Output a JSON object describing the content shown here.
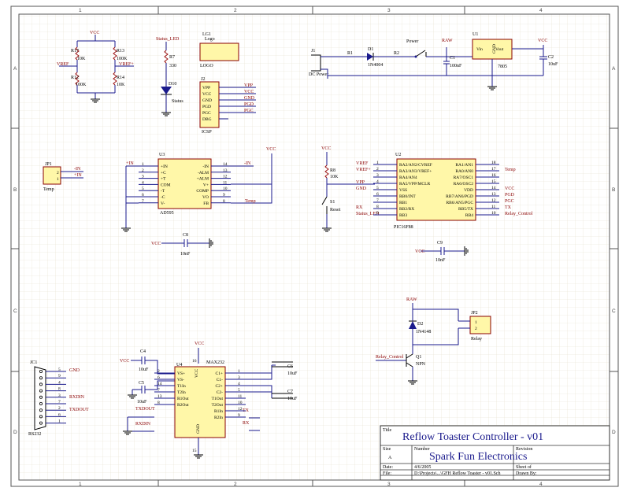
{
  "border": {
    "col_labels": [
      "1",
      "2",
      "3",
      "4"
    ],
    "row_labels": [
      "A",
      "B",
      "C",
      "D"
    ]
  },
  "title_block": {
    "title_label": "Title",
    "title": "Reflow Toaster Controller - v01",
    "size_label": "Size",
    "size_value": "A",
    "number_label": "Number",
    "number_value": "Spark Fun Electronics",
    "revision_label": "Revision",
    "date_label": "Date:",
    "date_value": "4/6/2005",
    "sheet_label": "Sheet   of",
    "file_label": "File:",
    "file_value": "D:\\Projects\\...\\GFH Reflow Toaster - v01.Sch",
    "drawn_label": "Drawn By:"
  },
  "components": {
    "r17": {
      "ref": "R17",
      "val": "10K"
    },
    "r13": {
      "ref": "R13",
      "val": "100K"
    },
    "r12": {
      "ref": "R12",
      "val": "100K"
    },
    "r14": {
      "ref": "R14",
      "val": "10K"
    },
    "r7": {
      "ref": "R7",
      "val": "330"
    },
    "d10": {
      "ref": "D10",
      "val": "Status"
    },
    "lg1": {
      "ref": "LG1",
      "val": "Logo",
      "sub": "LOGO"
    },
    "j1": {
      "ref": "J1",
      "val": "DC Power"
    },
    "r1": {
      "ref": "R1"
    },
    "d1": {
      "ref": "D1",
      "val": "1N4004"
    },
    "r2": {
      "ref": "R2"
    },
    "power_sw": {
      "val": "Power"
    },
    "c1": {
      "ref": "C1",
      "val": "100nF"
    },
    "u1": {
      "ref": "U1",
      "pin_vin": "Vin",
      "pin_gnd": "GND",
      "pin_vout": "Vout",
      "val": "7805"
    },
    "c2": {
      "ref": "C2",
      "val": "10uF"
    },
    "u3": {
      "ref": "U3",
      "val": "AD595",
      "pins_left": [
        "+IN",
        "+C",
        "+T",
        "COM",
        "-T",
        "-C",
        "V-"
      ],
      "nums_left": [
        "1",
        "2",
        "3",
        "4",
        "5",
        "6",
        "7"
      ],
      "pins_right": [
        "-IN",
        "-ALM",
        "+ALM",
        "V+",
        "COMP",
        "VO",
        "FB"
      ],
      "nums_right": [
        "14",
        "13",
        "12",
        "11",
        "10",
        "9",
        "8"
      ]
    },
    "jp1": {
      "ref": "JP1",
      "val": "Temp",
      "pins": [
        "2",
        "1"
      ]
    },
    "c8": {
      "ref": "C8",
      "val": "10nF"
    },
    "r8": {
      "ref": "R8",
      "val": "10K"
    },
    "s1": {
      "ref": "S1",
      "val": "Reset"
    },
    "u2": {
      "ref": "U2",
      "val": "PIC16F88",
      "pins_left": [
        "RA2/AN2/CVREF",
        "RA3/AN3/VREF+",
        "RA4/AN4",
        "RA5/VPP/MCLR",
        "VSS",
        "RB0/INT",
        "RB1",
        "RB2/RX",
        "RB3"
      ],
      "nums_left": [
        "1",
        "2",
        "3",
        "4",
        "5",
        "6",
        "7",
        "8",
        "9"
      ],
      "pins_right": [
        "RA1/AN1",
        "RA0/AN0",
        "RA7/OSC1",
        "RA6/OSC2",
        "VDD",
        "RB7/AN6/PGD",
        "RB6/AN5/PGC",
        "RB5/TX",
        "RB4"
      ],
      "nums_right": [
        "18",
        "17",
        "16",
        "15",
        "14",
        "13",
        "12",
        "11",
        "10"
      ]
    },
    "c9": {
      "ref": "C9",
      "val": "10nF"
    },
    "d2": {
      "ref": "D2",
      "val": "1N4148"
    },
    "jp2": {
      "ref": "JP2",
      "val": "Relay",
      "pins": [
        "1",
        "2"
      ]
    },
    "q1": {
      "ref": "Q1",
      "val": "NPN"
    },
    "jc1": {
      "ref": "JC1",
      "val": "RS232",
      "pins": [
        "5",
        "9",
        "4",
        "8",
        "3",
        "7",
        "2",
        "6",
        "1"
      ]
    },
    "u4": {
      "ref": "U4",
      "val": "MAX232",
      "pins_left": [
        "VS+",
        "VS-",
        "T1In",
        "T2In",
        "R1Out",
        "R2Out"
      ],
      "nums_left": [
        "2",
        "6",
        "14",
        "7",
        "13",
        "8"
      ],
      "pins_right": [
        "C1+",
        "C1-",
        "C2+",
        "C2-",
        "T1Out",
        "T2Out",
        "R1In",
        "R2In"
      ],
      "nums_right": [
        "1",
        "3",
        "4",
        "5",
        "11",
        "10",
        "12",
        "9"
      ],
      "vcc": "VCC",
      "gnd": "GND",
      "vcc_pin": "16",
      "gnd_pin": "15"
    },
    "c4": {
      "ref": "C4",
      "val": "10uF"
    },
    "c5": {
      "ref": "C5",
      "val": "10uF"
    },
    "c6": {
      "ref": "C6",
      "val": "10uF"
    },
    "c7": {
      "ref": "C7",
      "val": "10uF"
    },
    "j2": {
      "ref": "J2",
      "val": "ICSP",
      "pins": [
        "VPP",
        "VCC",
        "GND",
        "PGD",
        "PGC",
        "DBG"
      ]
    }
  },
  "nets": {
    "vcc": "VCC",
    "gnd": "GND",
    "vref": "VREF",
    "vrefp": "VREF+",
    "raw": "RAW",
    "status_led": "Status_LED",
    "vpp": "VPP",
    "pgd": "PGD",
    "pgc": "PGC",
    "in_neg": "-IN",
    "in_pos": "+IN",
    "temp": "Temp",
    "rx": "RX",
    "tx": "TX",
    "relay_control": "Relay_Control",
    "rs_gnd": "GND",
    "rxdin": "RXDIN",
    "txdout": "TXDOUT"
  }
}
